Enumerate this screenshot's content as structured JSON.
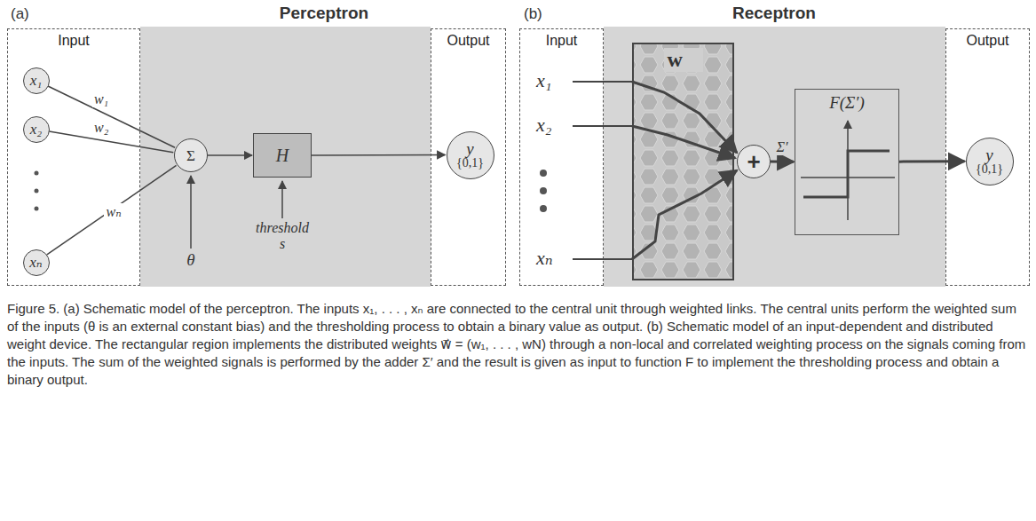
{
  "diagram": {
    "caption": "Figure 5. (a) Schematic model of the perceptron. The inputs x₁, . . . , xₙ are connected to the central unit through weighted links. The central units perform the weighted sum of the inputs (θ is an external constant bias) and the thresholding process to obtain a binary value as output. (b) Schematic model of an input-dependent and distributed weight device. The rectangular region implements the distributed weights w⃗ = (w₁, . . . , wN) through a non-local and correlated weighting process on the signals coming from the inputs. The sum of the weighted signals is performed by the adder Σ′ and the result is given as input to function F to implement the thresholding process and obtain a binary output.",
    "nodes": [
      {
        "text": [
          "Input"
        ]
      },
      {
        "text": [
          "x₁"
        ],
        "in": 0
      },
      {
        "text": [
          "x₂"
        ],
        "in": 0
      },
      {
        "text": [
          "xₙ"
        ],
        "in": 0
      },
      {
        "text": [
          "Σ"
        ]
      },
      {
        "text": [
          "H"
        ]
      },
      {
        "text": [
          "Output"
        ]
      },
      {
        "text": [
          "y",
          "{0,1}"
        ],
        "in": 6
      },
      {
        "text": [
          "Input"
        ]
      },
      {
        "text": [
          "w⃗"
        ]
      },
      {
        "text": [
          "+"
        ]
      },
      {
        "text": [
          "F(Σ′)"
        ]
      },
      {
        "text": [
          "Output"
        ]
      },
      {
        "text": [
          "y",
          "{0,1}"
        ],
        "in": 12
      }
    ],
    "edges": [
      {
        "from": 1,
        "to": 4,
        "label": "w₁",
        "arrow": "none"
      },
      {
        "from": 2,
        "to": 4,
        "label": "w₂",
        "arrow": "none"
      },
      {
        "from": 3,
        "to": 4,
        "label": "wₙ",
        "arrow": "none"
      },
      {
        "from": 4,
        "to": 5,
        "arrow": "to"
      },
      {
        "from": 5,
        "to": 7,
        "arrow": "to"
      },
      {
        "from": 10,
        "to": 11,
        "label": "Σ′",
        "arrow": "to"
      },
      {
        "from": 11,
        "to": 13,
        "arrow": "to"
      }
    ],
    "labels": [
      "(a)",
      "Perceptron",
      "θ",
      "threshold s",
      "(b)",
      "Receptron",
      "x₁",
      "x₂",
      "xₙ"
    ]
  }
}
